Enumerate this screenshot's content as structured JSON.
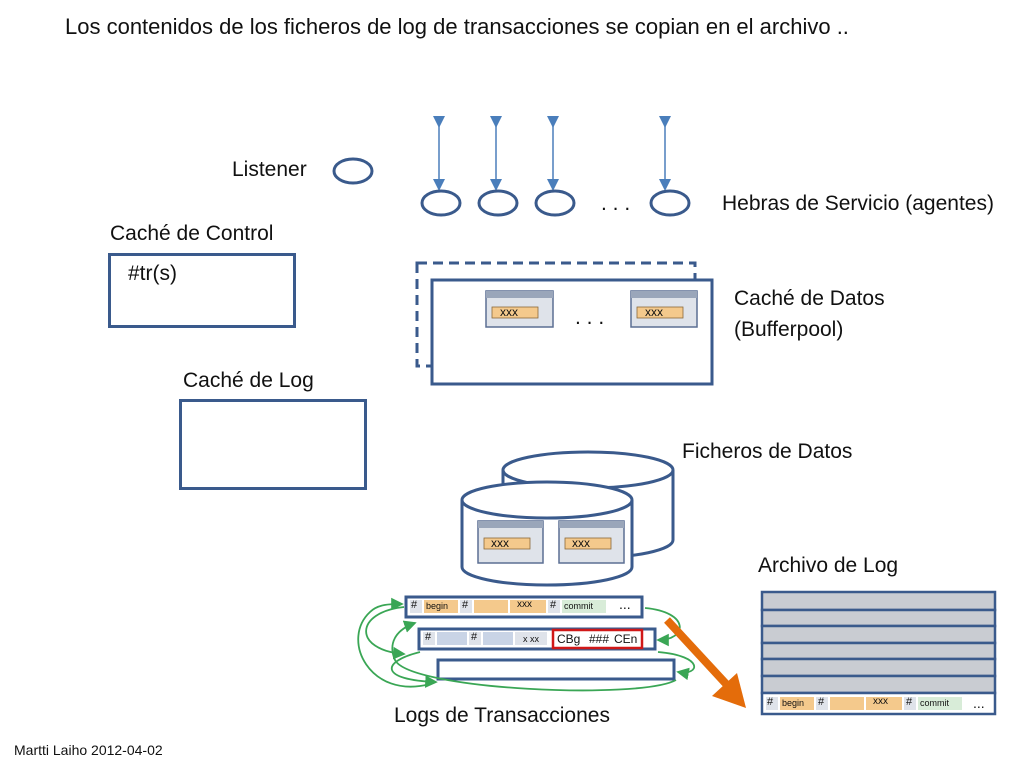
{
  "title": "Los contenidos de los ficheros de log de transacciones se copian en el archivo ..",
  "labels": {
    "listener": "Listener",
    "hebras": "Hebras de Servicio (agentes)",
    "ellipsis": ". . .",
    "cache_control": "Caché de Control",
    "trs": "#tr(s)",
    "cache_datos_1": "Caché de Datos",
    "cache_datos_2": "(Bufferpool)",
    "cache_log": "Caché de Log",
    "ficheros_datos": "Ficheros de Datos",
    "archivo_log": "Archivo de Log",
    "logs_trans": "Logs de Transacciones",
    "footer": "Martti Laiho 2012-04-02"
  },
  "page_cells": {
    "xxx": "xxx",
    "x_xx": "x xx",
    "hash": "#",
    "begin": "begin",
    "commit": "commit",
    "dots": "...",
    "cbg": "CBg",
    "hashes": "###",
    "cen": "CEn"
  },
  "colors": {
    "box_border": "#3a5a8c",
    "page_fill": "#f4c98c",
    "arrow_orange": "#e46c0a",
    "green": "#3aa655",
    "red": "#d01818",
    "archive_fill": "#c9ccd2"
  }
}
